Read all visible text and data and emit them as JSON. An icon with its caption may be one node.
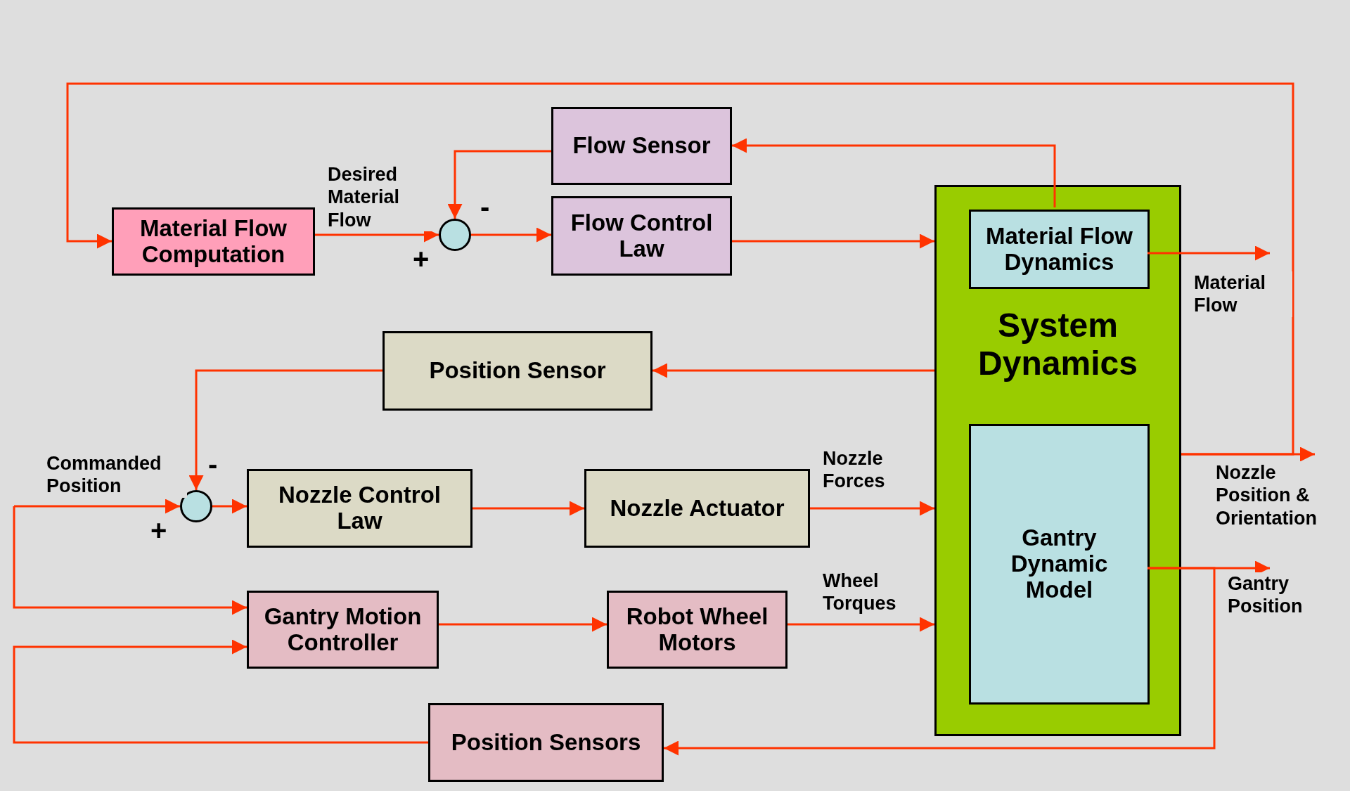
{
  "diagram": {
    "nodes": [
      {
        "text": [
          "Flow Sensor"
        ]
      },
      {
        "text": [
          "Material Flow Computation"
        ]
      },
      {
        "text": [],
        "shape": "circle"
      },
      {
        "text": [
          "Flow Control Law"
        ]
      },
      {
        "text": [
          "System Dynamics"
        ]
      },
      {
        "text": [
          "Material Flow Dynamics"
        ],
        "in": 4
      },
      {
        "text": [
          "Gantry Dynamic Model"
        ],
        "in": 4
      },
      {
        "text": [
          "Position Sensor"
        ]
      },
      {
        "text": [],
        "shape": "circle"
      },
      {
        "text": [
          "Nozzle Control Law"
        ]
      },
      {
        "text": [
          "Nozzle Actuator"
        ]
      },
      {
        "text": [
          "Gantry Motion Controller"
        ]
      },
      {
        "text": [
          "Robot Wheel Motors"
        ]
      },
      {
        "text": [
          "Position Sensors"
        ]
      }
    ],
    "edges": [
      {
        "from": 1,
        "to": 2,
        "arrow": "to",
        "label": "Desired Material Flow"
      },
      {
        "from": 0,
        "to": 2,
        "arrow": "to"
      },
      {
        "from": 2,
        "to": 3,
        "arrow": "to"
      },
      {
        "from": 3,
        "to": 4,
        "arrow": "to"
      },
      {
        "from": 5,
        "to": null,
        "arrow": "to",
        "label": "Material Flow"
      },
      {
        "from": 5,
        "to": 0,
        "arrow": "to"
      },
      {
        "from": 4,
        "to": 1,
        "arrow": "to"
      },
      {
        "from": 4,
        "to": null,
        "arrow": "to",
        "label": "Nozzle Position & Orientation"
      },
      {
        "from": 4,
        "to": 7,
        "arrow": "to"
      },
      {
        "from": 7,
        "to": 8,
        "arrow": "to"
      },
      {
        "from": null,
        "to": 8,
        "arrow": "to",
        "label": "Commanded Position"
      },
      {
        "from": null,
        "to": 11,
        "arrow": "to"
      },
      {
        "from": 8,
        "to": 9,
        "arrow": "to"
      },
      {
        "from": 9,
        "to": 10,
        "arrow": "to"
      },
      {
        "from": 10,
        "to": 4,
        "arrow": "to",
        "label": "Nozzle Forces"
      },
      {
        "from": 11,
        "to": 12,
        "arrow": "to"
      },
      {
        "from": 12,
        "to": 4,
        "arrow": "to",
        "label": "Wheel Torques"
      },
      {
        "from": 6,
        "to": null,
        "arrow": "to",
        "label": "Gantry Position"
      },
      {
        "from": 6,
        "to": 13,
        "arrow": "to"
      },
      {
        "from": 13,
        "to": 11,
        "arrow": "to"
      }
    ],
    "labels": [
      "-",
      "+",
      "-",
      "+"
    ]
  }
}
